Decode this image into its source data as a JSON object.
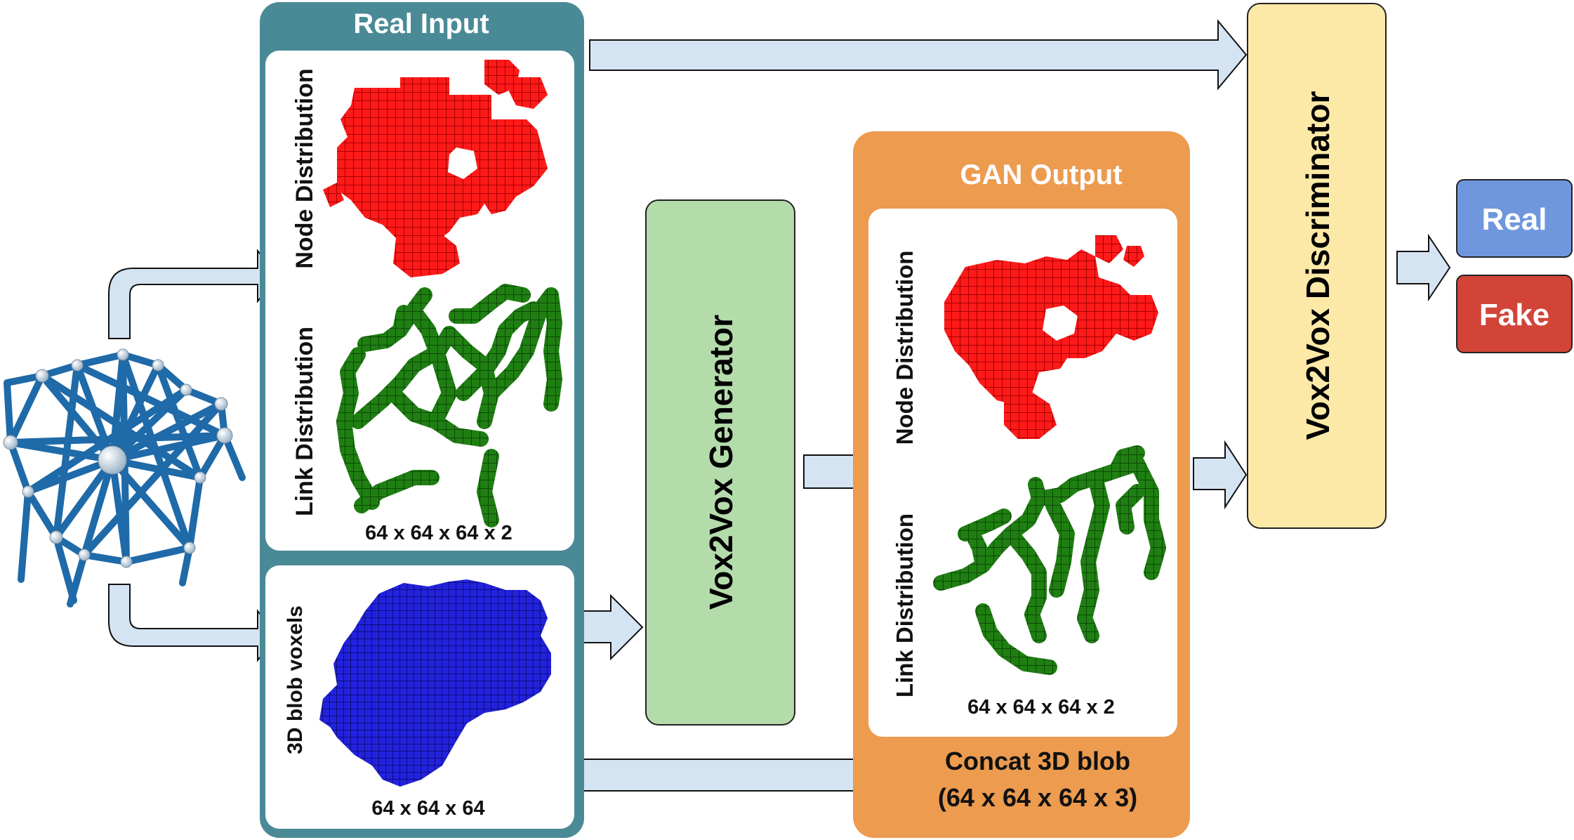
{
  "real_input": {
    "title": "Real Input",
    "node_label": "Node Distribution",
    "link_label": "Link Distribution",
    "dims": "64 x 64 x 64 x 2",
    "blob_label": "3D blob voxels",
    "blob_dims": "64 x 64 x 64"
  },
  "generator": {
    "label": "Vox2Vox Generator"
  },
  "gan_output": {
    "title": "GAN Output",
    "node_label": "Node Distribution",
    "link_label": "Link Distribution",
    "dims": "64 x 64 x 64 x 2",
    "concat_line1": "Concat 3D blob",
    "concat_line2": "(64 x 64 x 64 x 3)"
  },
  "discriminator": {
    "label": "Vox2Vox Discriminator"
  },
  "outputs": {
    "real": "Real",
    "fake": "Fake"
  },
  "colors": {
    "real_input_frame": "#4a8a96",
    "gan_output_frame": "#ec9b4f",
    "generator_fill": "#b4dcab",
    "discriminator_fill": "#fde9a7",
    "arrow_fill": "#d5e4f2",
    "real_button": "#6f97de",
    "fake_button": "#d24438",
    "node_voxel": "#ff1a1a",
    "link_voxel": "#1f7f12",
    "blob_voxel": "#2222dd",
    "network_edge": "#1f6aa8"
  }
}
